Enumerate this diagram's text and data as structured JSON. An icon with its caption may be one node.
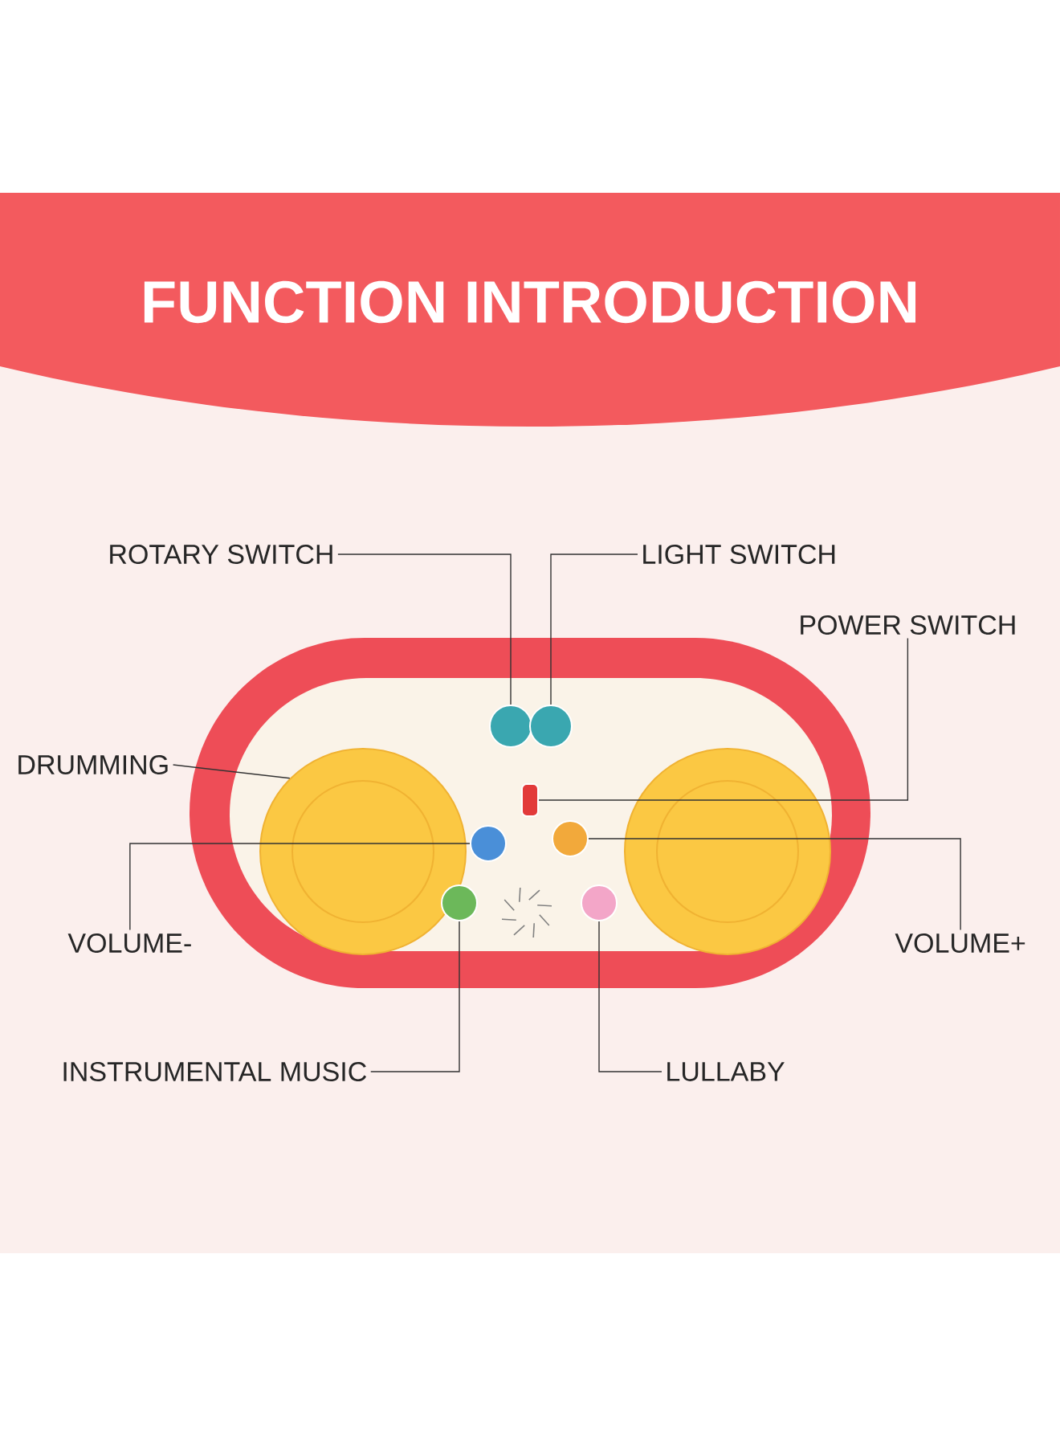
{
  "diagram": {
    "title": "FUNCTION INTRODUCTION",
    "nodes": [
      {
        "text": [
          "ROTARY SWITCH"
        ]
      },
      {
        "text": [
          "LIGHT SWITCH"
        ]
      },
      {
        "text": [
          "POWER SWITCH"
        ]
      },
      {
        "text": [
          "DRUMMING"
        ]
      },
      {
        "text": [
          "VOLUME-"
        ]
      },
      {
        "text": [
          "VOLUME+"
        ]
      },
      {
        "text": [
          "INSTRUMENTAL MUSIC"
        ]
      },
      {
        "text": [
          "LULLABY"
        ]
      },
      {
        "text": [],
        "shape": "circle"
      },
      {
        "text": [],
        "shape": "circle"
      },
      {
        "text": [],
        "shape": "box"
      },
      {
        "text": [],
        "shape": "circle"
      },
      {
        "text": [],
        "shape": "circle"
      },
      {
        "text": [],
        "shape": "circle"
      },
      {
        "text": [],
        "shape": "circle"
      },
      {
        "text": [],
        "shape": "circle"
      }
    ],
    "edges": [
      {
        "from": 0,
        "to": 8,
        "arrow": "none"
      },
      {
        "from": 1,
        "to": 9,
        "arrow": "none"
      },
      {
        "from": 2,
        "to": 10,
        "arrow": "none"
      },
      {
        "from": 3,
        "to": 11,
        "arrow": "none"
      },
      {
        "from": 4,
        "to": 12,
        "arrow": "none"
      },
      {
        "from": 5,
        "to": 13,
        "arrow": "none"
      },
      {
        "from": 6,
        "to": 14,
        "arrow": "none"
      },
      {
        "from": 7,
        "to": 15,
        "arrow": "none"
      }
    ]
  }
}
